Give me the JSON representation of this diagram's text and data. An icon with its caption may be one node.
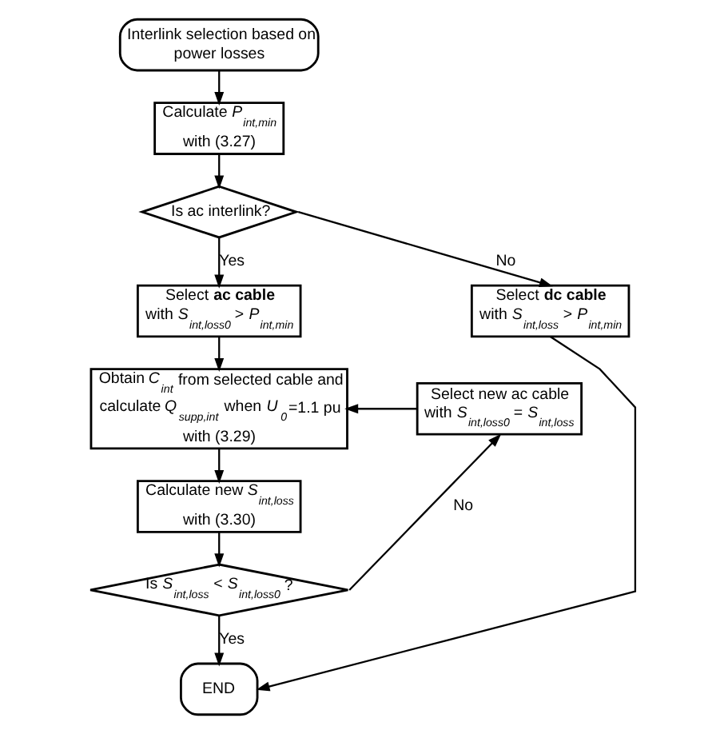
{
  "diagram": {
    "nodes": [
      {
        "text": [
          "Interlink selection based on power losses"
        ]
      },
      {
        "text": [
          "Calculate *P*$_{int,min}$ with (3.27)"
        ]
      },
      {
        "text": [
          "Is ac interlink?"
        ]
      },
      {
        "text": [
          "Select **ac cable** with *S*$_{int,loss0}$ > *P*$_{int,min}$"
        ]
      },
      {
        "text": [
          "Select **dc cable** with *S*$_{int,loss}$ > *P*$_{int,min}$"
        ]
      },
      {
        "text": [
          "Select new ac cable with *S*$_{int,loss0}$ = *S*$_{int,loss}$"
        ]
      },
      {
        "text": [
          "Obtain *C*$_{int}$ from selected cable and calculate *Q*$_{supp,int}$ when *U*$_{0}$=1.1 pu with (3.29)"
        ]
      },
      {
        "text": [
          "Calculate new *S*$_{int,loss}$ with (3.30)"
        ]
      },
      {
        "text": [
          "Is *S*$_{int,loss}$ < *S*$_{int,loss0}$ ?"
        ]
      },
      {
        "text": [
          "END"
        ]
      }
    ],
    "edges": [
      {
        "from": 0,
        "to": 1,
        "arrow": "to"
      },
      {
        "from": 1,
        "to": 2,
        "arrow": "to"
      },
      {
        "from": 2,
        "to": 3,
        "arrow": "to",
        "label": "Yes"
      },
      {
        "from": 2,
        "to": 4,
        "arrow": "to",
        "label": "No"
      },
      {
        "from": 3,
        "to": 6,
        "arrow": "to"
      },
      {
        "from": 5,
        "to": 6,
        "arrow": "to"
      },
      {
        "from": 6,
        "to": 7,
        "arrow": "to"
      },
      {
        "from": 7,
        "to": 8,
        "arrow": "to"
      },
      {
        "from": 8,
        "to": 9,
        "arrow": "to",
        "label": "Yes"
      },
      {
        "from": 8,
        "to": 5,
        "arrow": "to",
        "label": "No"
      },
      {
        "from": 4,
        "to": 9,
        "arrow": "to"
      }
    ]
  }
}
